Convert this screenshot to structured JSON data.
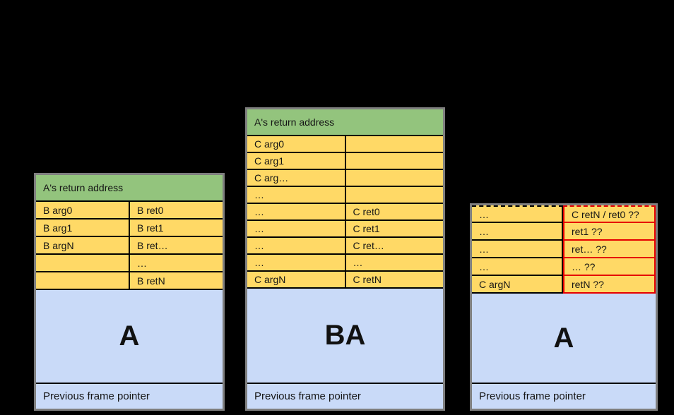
{
  "colors": {
    "background": "#000000",
    "header_green": "#93c47d",
    "cell_yellow": "#ffd966",
    "frame_blue": "#c9daf8",
    "highlight_red": "#e60000",
    "outer_border_grey": "#7f7f7f",
    "grid_line_black": "#000000"
  },
  "stacks": {
    "left": {
      "header": "A's return address",
      "rows": [
        [
          "B arg0",
          "B ret0"
        ],
        [
          "B arg1",
          "B ret1"
        ],
        [
          "B argN",
          "B ret…"
        ],
        [
          "",
          "…"
        ],
        [
          "",
          "B retN"
        ]
      ],
      "body_label": "A",
      "footer": "Previous frame pointer"
    },
    "middle": {
      "header": "A's return address",
      "rows": [
        [
          "C arg0",
          ""
        ],
        [
          "C arg1",
          ""
        ],
        [
          "C arg…",
          ""
        ],
        [
          "…",
          ""
        ],
        [
          "…",
          "C ret0"
        ],
        [
          "…",
          "C ret1"
        ],
        [
          "…",
          "C ret…"
        ],
        [
          "…",
          "…"
        ],
        [
          "C argN",
          "C retN"
        ]
      ],
      "body_label": "BA",
      "footer": "Previous frame pointer"
    },
    "right": {
      "rows": [
        [
          "…",
          "C retN / ret0 ??"
        ],
        [
          "…",
          "ret1 ??"
        ],
        [
          "…",
          "ret… ??"
        ],
        [
          "…",
          "… ??"
        ],
        [
          "C argN",
          "retN ??"
        ]
      ],
      "body_label": "A",
      "footer": "Previous frame pointer"
    }
  }
}
